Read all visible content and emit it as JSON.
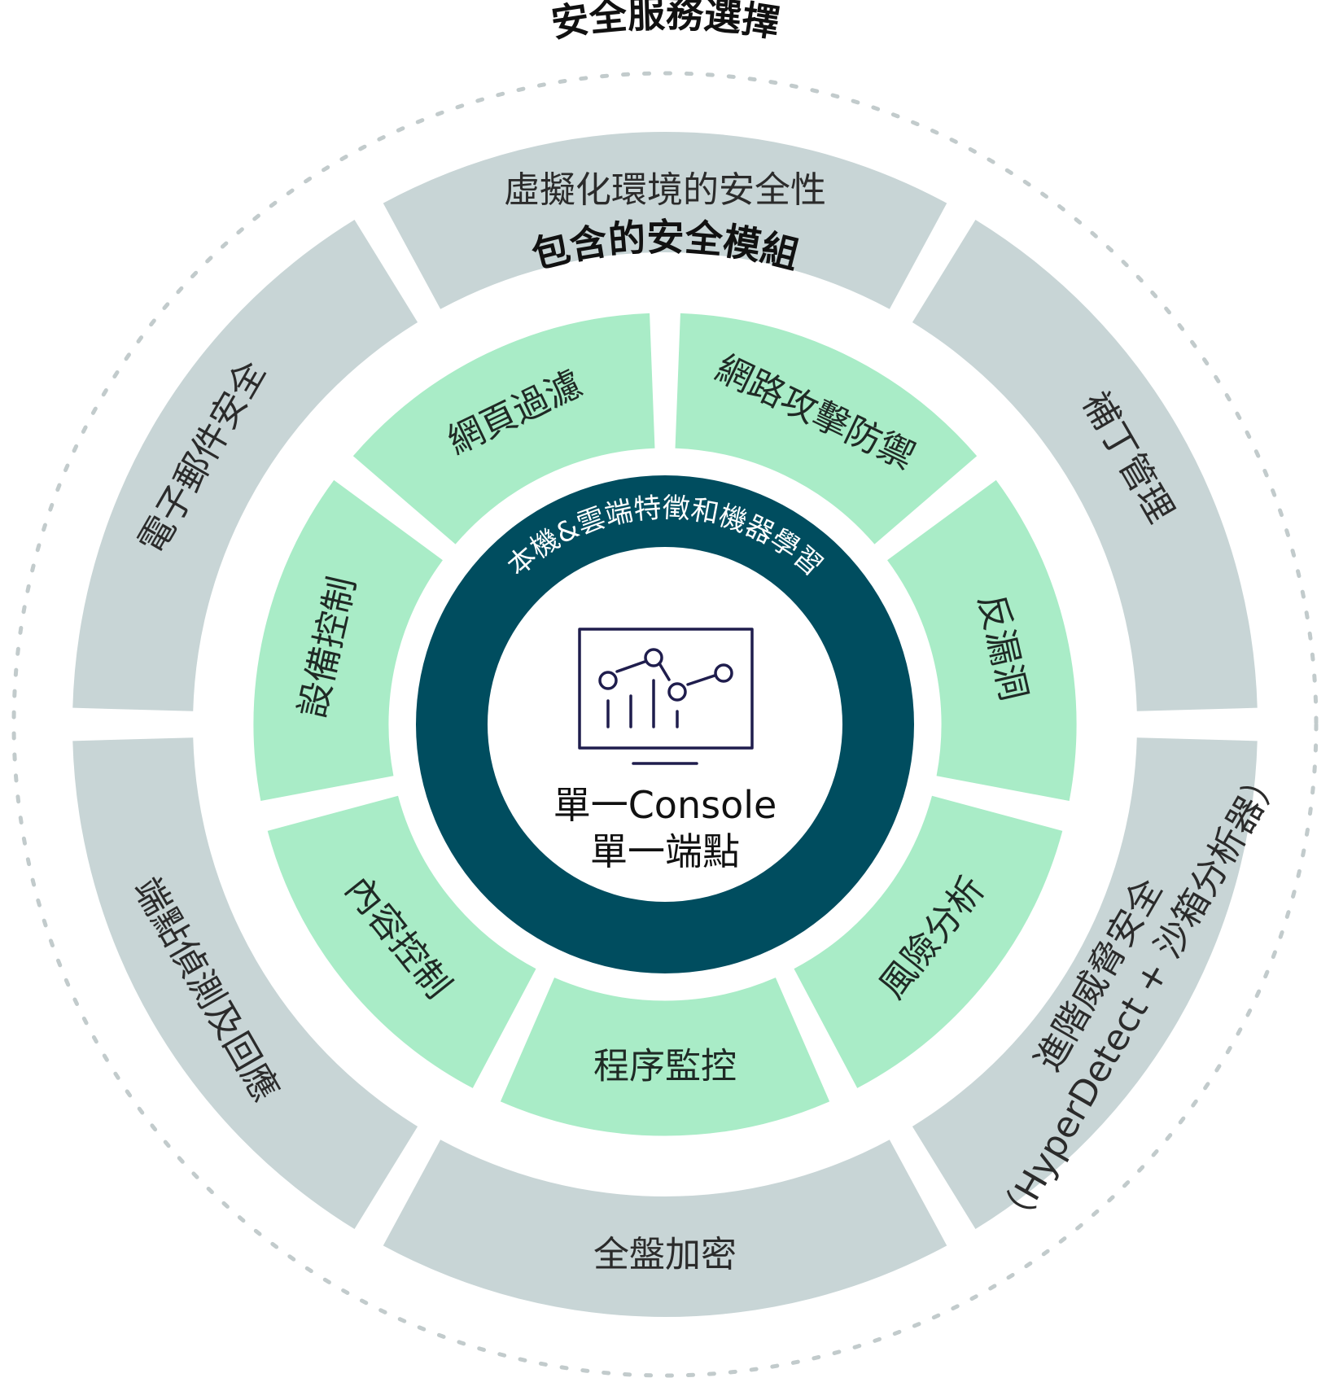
{
  "outer_ring": {
    "title": "安全服務選擇",
    "segments": [
      {
        "label": "虛擬化環境的安全性"
      },
      {
        "label": "補丁管理"
      },
      {
        "label": "進階威脅安全",
        "label_line2": "（HyperDetect + 沙箱分析器）"
      },
      {
        "label": "全盤加密"
      },
      {
        "label": "端點偵測及回應"
      },
      {
        "label": "電子郵件安全"
      }
    ]
  },
  "inner_ring": {
    "title": "包含的安全模組",
    "segments": [
      {
        "label": "網路攻擊防禦"
      },
      {
        "label": "反漏洞"
      },
      {
        "label": "風險分析"
      },
      {
        "label": "程序監控"
      },
      {
        "label": "內容控制"
      },
      {
        "label": "設備控制"
      },
      {
        "label": "網頁過濾"
      }
    ]
  },
  "core": {
    "ring_text": "本機&雲端特徵和機器學習",
    "line1": "單一Console",
    "line2": "單一端點",
    "icon": "monitor-chart-icon"
  },
  "colors": {
    "outer_segment": "#c8d5d6",
    "inner_segment": "#a9ecc7",
    "core_ring": "#004d5f",
    "dotted_border": "#c2cbcc"
  }
}
